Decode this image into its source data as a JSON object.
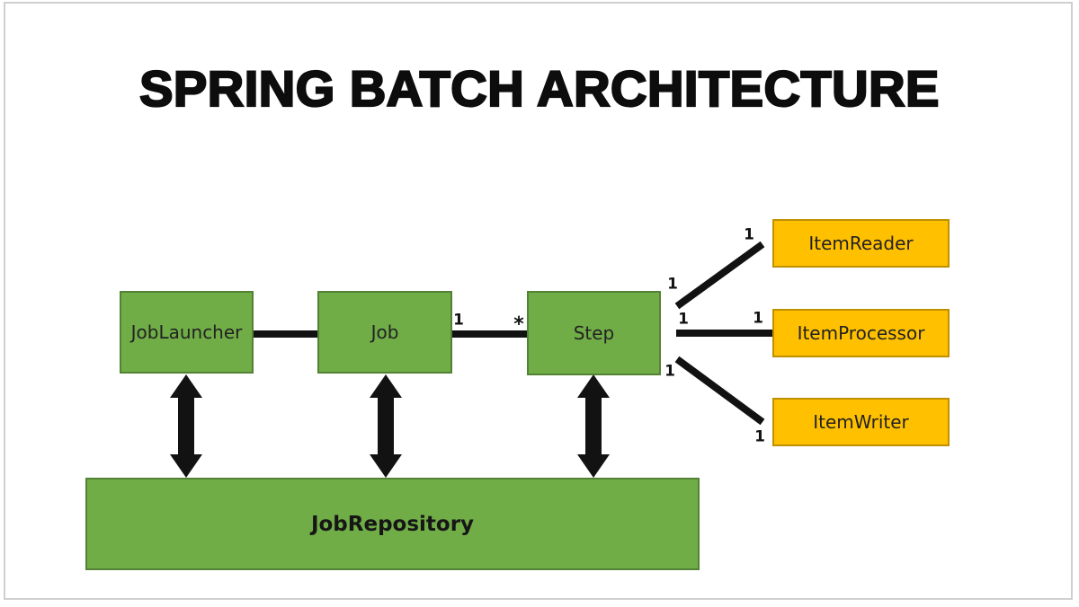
{
  "page": {
    "title": "SPRING BATCH ARCHITECTURE"
  },
  "colors": {
    "green_fill": "#70ad47",
    "green_border": "#548235",
    "orange_fill": "#ffc000",
    "orange_border": "#bf9000",
    "line": "#121212",
    "text": "#0d0d0d",
    "node_text": "#222222",
    "frame_border": "#cfcfcf"
  },
  "diagram": {
    "nodes": {
      "job_launcher": "JobLauncher",
      "job": "Job",
      "step": "Step",
      "job_repository": "JobRepository",
      "item_reader": "ItemReader",
      "item_processor": "ItemProcessor",
      "item_writer": "ItemWriter"
    },
    "edges": {
      "job_to_step": {
        "source_label": "1",
        "target_label": "*"
      },
      "step_to_item_reader": {
        "source_label": "1",
        "target_label": "1"
      },
      "step_to_item_processor": {
        "source_label": "1",
        "target_label": "1"
      },
      "step_to_item_writer": {
        "source_label": "1",
        "target_label": "1"
      }
    }
  }
}
